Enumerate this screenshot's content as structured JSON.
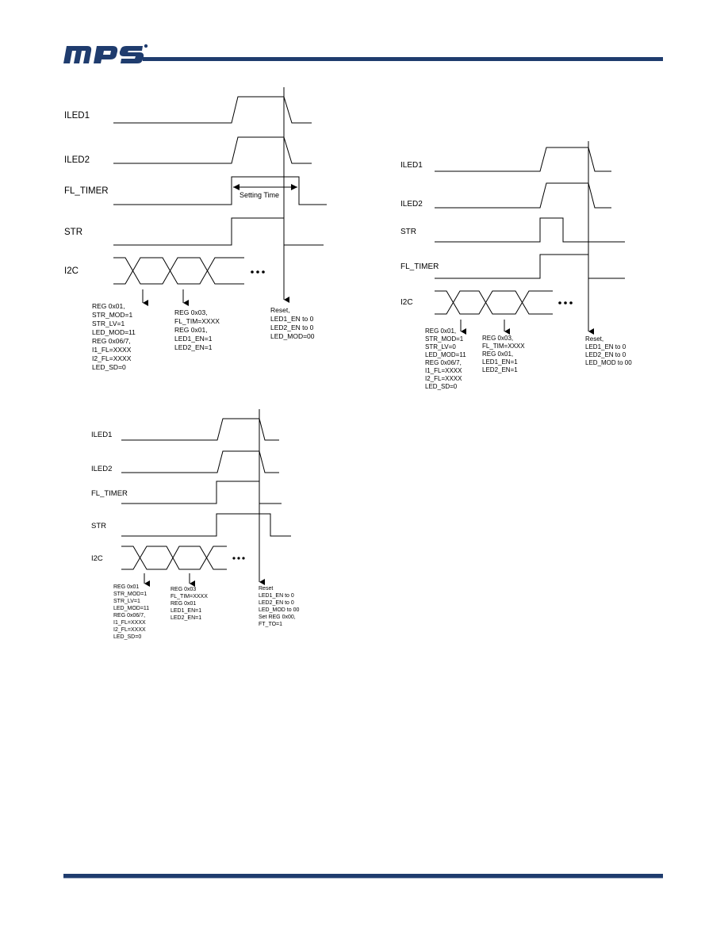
{
  "header": {
    "logo_text": "mps",
    "brand_color": "#1f3c6e"
  },
  "diagrams": [
    {
      "signals": [
        "ILED1",
        "ILED2",
        "FL_TIMER",
        "STR",
        "I2C"
      ],
      "annotation": "Setting Time",
      "notes": [
        [
          "REG 0x01,",
          "STR_MOD=1",
          "STR_LV=1",
          "LED_MOD=11",
          "REG 0x06/7,",
          "I1_FL=XXXX",
          "I2_FL=XXXX",
          "LED_SD=0"
        ],
        [
          "REG 0x03,",
          "FL_TIM=XXXX",
          "REG 0x01,",
          "LED1_EN=1",
          "LED2_EN=1"
        ],
        [
          "Reset,",
          "LED1_EN to 0",
          "LED2_EN to 0",
          "LED_MOD=00"
        ]
      ]
    },
    {
      "signals": [
        "ILED1",
        "ILED2",
        "STR",
        "FL_TIMER",
        "I2C"
      ],
      "notes": [
        [
          "REG 0x01,",
          "STR_MOD=1",
          "STR_LV=0",
          "LED_MOD=11",
          "REG 0x06/7,",
          "I1_FL=XXXX",
          "I2_FL=XXXX",
          "LED_SD=0"
        ],
        [
          "REG 0x03,",
          "FL_TIM=XXXX",
          "REG 0x01,",
          "LED1_EN=1",
          "LED2_EN=1"
        ],
        [
          "Reset,",
          "LED1_EN to 0",
          "LED2_EN to 0",
          "LED_MOD to 00"
        ]
      ]
    },
    {
      "signals": [
        "ILED1",
        "ILED2",
        "FL_TIMER",
        "STR",
        "I2C"
      ],
      "notes": [
        [
          "REG 0x01",
          "STR_MOD=1",
          "STR_LV=1",
          "LED_MOD=11",
          "REG 0x06/7,",
          "I1_FL=XXXX",
          "I2_FL=XXXX",
          "LED_SD=0"
        ],
        [
          "REG 0x03",
          "FL_TIM=XXXX",
          "REG 0x01",
          "LED1_EN=1",
          "LED2_EN=1"
        ],
        [
          "Reset",
          "LED1_EN to 0",
          "LED2_EN to 0",
          "LED_MOD to 00",
          "Set REG 0x00,",
          "FT_TO=1"
        ]
      ]
    }
  ]
}
